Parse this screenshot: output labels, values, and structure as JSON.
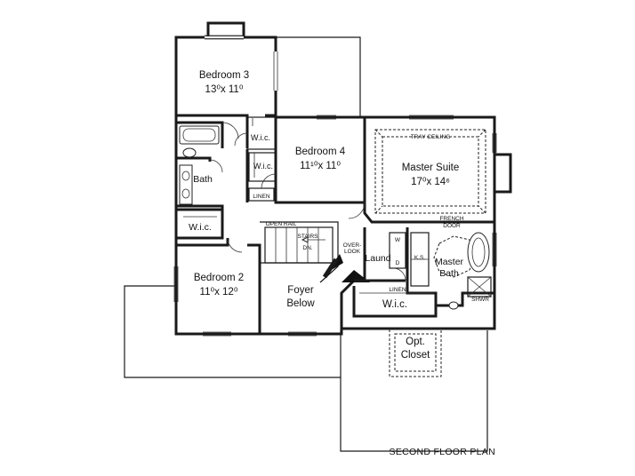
{
  "title": "SECOND FLOOR PLAN",
  "rooms": {
    "bedroom3": {
      "name": "Bedroom 3",
      "dims": "13⁰x 11⁰"
    },
    "bedroom4": {
      "name": "Bedroom 4",
      "dims": "11¹⁰x 11⁰"
    },
    "master_suite": {
      "name": "Master Suite",
      "dims": "17⁰x 14⁶"
    },
    "bedroom2": {
      "name": "Bedroom 2",
      "dims": "11⁰x 12⁰"
    },
    "foyer": {
      "line1": "Foyer",
      "line2": "Below"
    },
    "master_bath": {
      "line1": "Master",
      "line2": "Bath"
    },
    "opt_closet": {
      "line1": "Opt.",
      "line2": "Closet"
    }
  },
  "labels": {
    "wic_b3": "W.i.c.",
    "wic_b4": "W.i.c.",
    "bath": "Bath",
    "linen_hall": "LINEN",
    "wic_b2": "W.i.c.",
    "open_rail": "OPEN RAIL",
    "stairs": "STAIRS",
    "dn": "DN.",
    "over_look_1": "OVER-",
    "over_look_2": "LOOK",
    "laund": "Laund",
    "linen_master": "LINEN",
    "wic_master": "W.i.c.",
    "tray_ceiling": "TRAY CEILING",
    "french_door_1": "FRENCH",
    "french_door_2": "DOOR",
    "ks": "K.S.",
    "w": "W",
    "d": "D",
    "shwr": "SHWR"
  }
}
